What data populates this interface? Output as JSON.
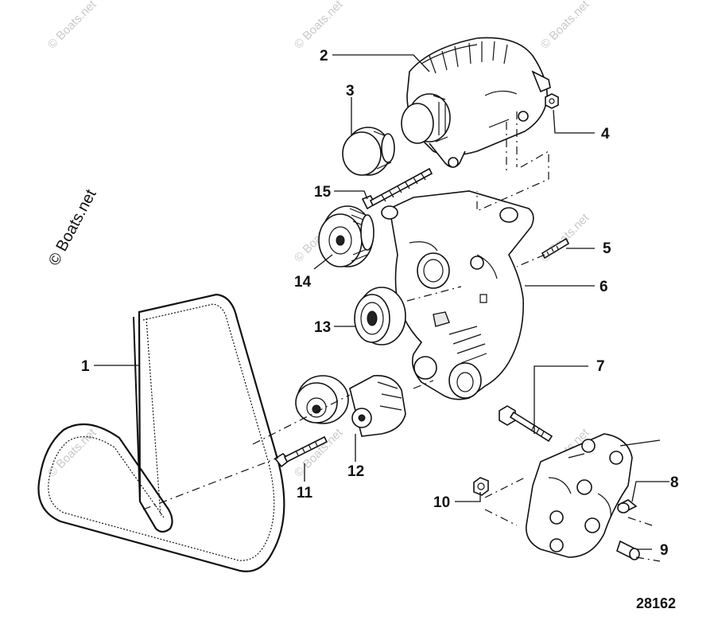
{
  "diagram": {
    "drawing_number": "28162",
    "watermark_main": "© Boats.net",
    "watermark_faint": "© Boats.net",
    "callouts": [
      {
        "id": "1",
        "label": "1"
      },
      {
        "id": "2",
        "label": "2"
      },
      {
        "id": "3",
        "label": "3"
      },
      {
        "id": "4",
        "label": "4"
      },
      {
        "id": "5",
        "label": "5"
      },
      {
        "id": "6",
        "label": "6"
      },
      {
        "id": "7",
        "label": "7"
      },
      {
        "id": "8",
        "label": "8"
      },
      {
        "id": "9",
        "label": "9"
      },
      {
        "id": "10",
        "label": "10"
      },
      {
        "id": "11",
        "label": "11"
      },
      {
        "id": "12",
        "label": "12"
      },
      {
        "id": "13",
        "label": "13"
      },
      {
        "id": "14",
        "label": "14"
      },
      {
        "id": "15",
        "label": "15"
      }
    ]
  }
}
